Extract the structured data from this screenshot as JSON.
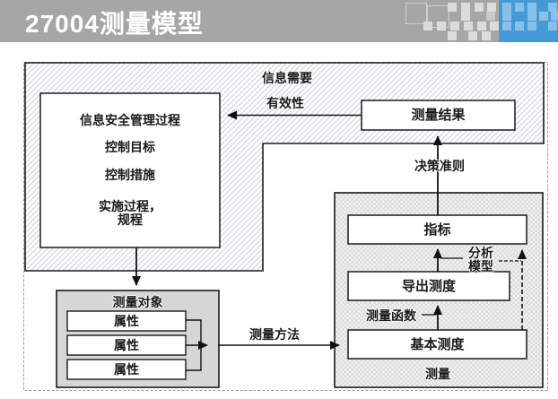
{
  "slide": {
    "title": "27004测量模型",
    "colors": {
      "header_bar": "#a6a6a6",
      "accent_blue": "#459ad5",
      "accent_blue_light": "#8ac0e8",
      "decor_square": "#dcdcdc",
      "box_border": "#1a1a1a",
      "group_fill": "#d6d6d6"
    }
  },
  "diagram": {
    "info_needs_label": "信息需要",
    "effectiveness_label": "有效性",
    "decision_criteria_label": "决策准则",
    "analysis_model": {
      "line1": "分析",
      "line2": "模型"
    },
    "measurement_function_label": "测量函数",
    "measurement_method_label": "测量方法",
    "measurement_label": "测量",
    "isms_box": {
      "lines": [
        "信息安全管理过程",
        "控制目标",
        "控制措施",
        "实施过程，",
        "规程"
      ]
    },
    "measurement_results_label": "测量结果",
    "indicators_label": "指标",
    "derived_measures_label": "导出测度",
    "base_measures_label": "基本测度",
    "measured_object_label": "测量对象",
    "attribute_labels": [
      "属性",
      "属性",
      "属性"
    ]
  }
}
